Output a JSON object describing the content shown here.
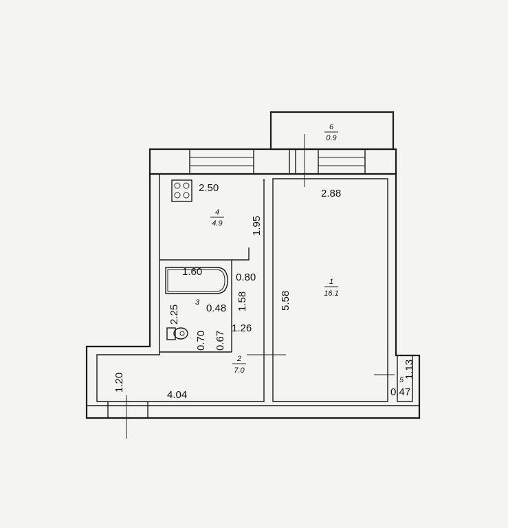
{
  "rooms": [
    {
      "number": "1",
      "area": "16.1"
    },
    {
      "number": "2",
      "area": "7.0"
    },
    {
      "number": "3",
      "area": ""
    },
    {
      "number": "4",
      "area": "4.9"
    },
    {
      "number": "5",
      "area": ""
    },
    {
      "number": "6",
      "area": "0.9"
    }
  ],
  "dimensions": {
    "kitchen_width": "2.50",
    "kitchen_depth": "1.95",
    "bath_width": "1.60",
    "bath_side": "0.80",
    "bath_depth": "2.25",
    "bath_small": "0.48",
    "bath_inner": "1.58",
    "toilet_width": "0.70",
    "toilet_offset": "0.67",
    "hall_inner": "1.26",
    "room_width": "2.88",
    "room_depth": "5.58",
    "hall_height": "1.20",
    "hall_length": "4.04",
    "closet_depth": "1.13",
    "closet_width": "0.47"
  }
}
